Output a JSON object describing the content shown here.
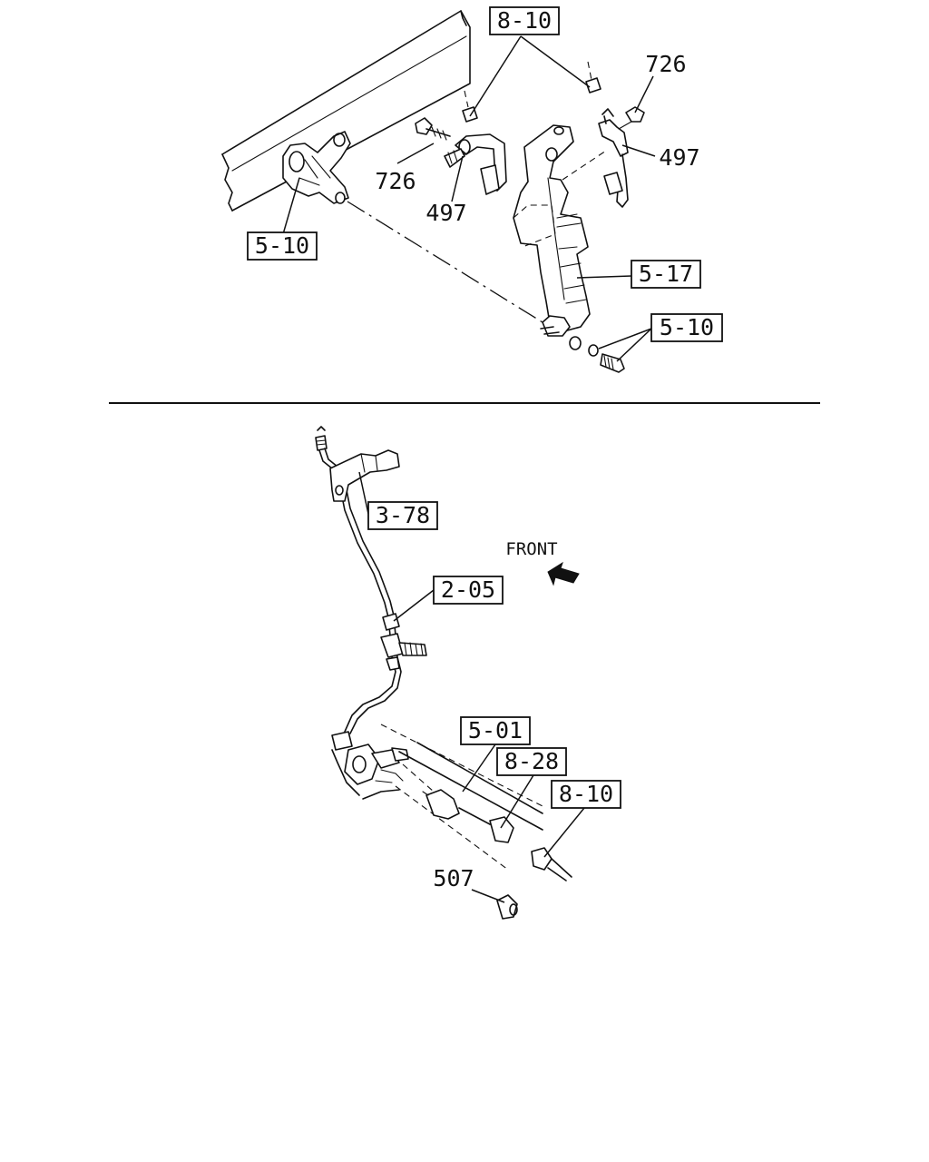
{
  "references": {
    "ref_8_10_top": "8-10",
    "ref_726_right": "726",
    "ref_497_right": "497",
    "ref_726_left": "726",
    "ref_497_left": "497",
    "ref_5_10_left": "5-10",
    "ref_5_17": "5-17",
    "ref_5_10_right": "5-10",
    "ref_3_78": "3-78",
    "ref_2_05": "2-05",
    "ref_5_01": "5-01",
    "ref_8_28": "8-28",
    "ref_8_10_bottom": "8-10",
    "ref_507": "507"
  },
  "front_label": "FRONT",
  "icons": {
    "front_arrow": "arrow-icon"
  }
}
